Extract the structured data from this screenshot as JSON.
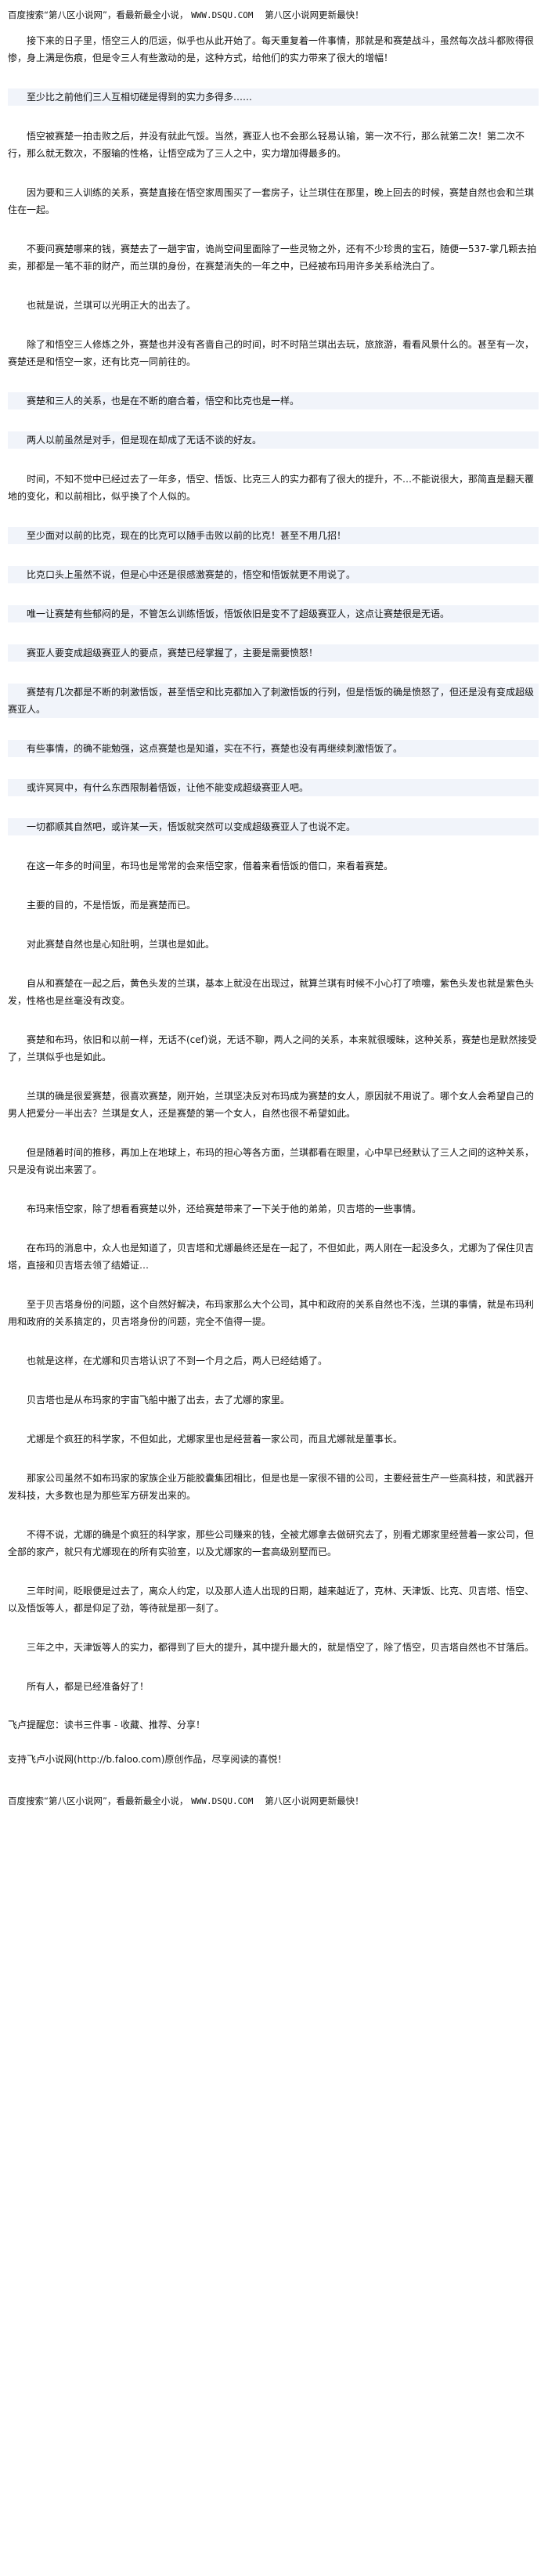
{
  "header": {
    "banner_prefix": "百度搜索“第八区小说网”，看最新最全小说，",
    "banner_url": "WWW.DSQU.COM",
    "banner_suffix": "第八区小说网更新最快！"
  },
  "paragraphs": [
    "接下来的日子里，悟空三人的厄运，似乎也从此开始了。每天重复着一件事情，那就是和赛楚战斗，虽然每次战斗都败得很惨，身上满是伤痕，但是令三人有些激动的是，这种方式，给他们的实力带来了很大的增幅！",
    "至少比之前他们三人互相切磋是得到的实力多得多……",
    "悟空被赛楚一拍击败之后，并没有就此气馁。当然，赛亚人也不会那么轻易认输，第一次不行，那么就第二次！第二次不行，那么就无数次，不服输的性格，让悟空成为了三人之中，实力增加得最多的。",
    "因为要和三人训练的关系，赛楚直接在悟空家周围买了一套房子，让兰琪住在那里，晚上回去的时候，赛楚自然也会和兰琪住在一起。",
    "不要问赛楚哪来的钱，赛楚去了一趟宇宙，诡尚空间里面除了一些灵物之外，还有不少珍贵的宝石，随便一537-掌几颗去拍卖，那都是一笔不菲的财产，而兰琪的身份，在赛楚消失的一年之中，已经被布玛用许多关系给洗白了。",
    "也就是说，兰琪可以光明正大的出去了。",
    "除了和悟空三人修炼之外，赛楚也并没有吝啬自己的时间，时不时陪兰琪出去玩，旅旅游，看看风景什么的。甚至有一次，赛楚还是和悟空一家，还有比克一同前往的。",
    "赛楚和三人的关系，也是在不断的磨合着，悟空和比克也是一样。",
    "两人以前虽然是对手，但是现在却成了无话不谈的好友。",
    "时间，不知不觉中已经过去了一年多，悟空、悟饭、比克三人的实力都有了很大的提升，不…不能说很大，那简直是翻天覆地的变化，和以前相比，似乎换了个人似的。",
    "至少面对以前的比克，现在的比克可以随手击败以前的比克！甚至不用几招！",
    "比克口头上虽然不说，但是心中还是很感激赛楚的，悟空和悟饭就更不用说了。",
    "唯一让赛楚有些郁闷的是，不管怎么训练悟饭，悟饭依旧是变不了超级赛亚人，这点让赛楚很是无语。",
    "赛亚人要变成超级赛亚人的要点，赛楚已经掌握了，主要是需要愤怒！",
    "赛楚有几次都是不断的刺激悟饭，甚至悟空和比克都加入了刺激悟饭的行列，但是悟饭的确是愤怒了，但还是没有变成超级赛亚人。",
    "有些事情，的确不能勉强，这点赛楚也是知道，实在不行，赛楚也没有再继续刺激悟饭了。",
    "或许冥冥中，有什么东西限制着悟饭，让他不能变成超级赛亚人吧。",
    "一切都顺其自然吧，或许某一天，悟饭就突然可以变成超级赛亚人了也说不定。",
    "在这一年多的时间里，布玛也是常常的会来悟空家，借着来看悟饭的借口，来看着赛楚。",
    "主要的目的，不是悟饭，而是赛楚而已。",
    "对此赛楚自然也是心知肚明，兰琪也是如此。",
    "自从和赛楚在一起之后，黄色头发的兰琪，基本上就没在出现过，就算兰琪有时候不小心打了喷嚏，紫色头发也就是紫色头发，性格也是丝毫没有改变。",
    "赛楚和布玛，依旧和以前一样，无话不(cef)说，无话不聊，两人之间的关系，本来就很暧昧，这种关系，赛楚也是默然接受了，兰琪似乎也是如此。",
    "兰琪的确是很爱赛楚，很喜欢赛楚，刚开始，兰琪坚决反对布玛成为赛楚的女人，原因就不用说了。哪个女人会希望自己的男人把爱分一半出去？兰琪是女人，还是赛楚的第一个女人，自然也很不希望如此。",
    "但是随着时间的推移，再加上在地球上，布玛的担心等各方面，兰琪都看在眼里，心中早已经默认了三人之间的这种关系，只是没有说出来罢了。",
    "布玛来悟空家，除了想看看赛楚以外，还给赛楚带来了一下关于他的弟弟，贝吉塔的一些事情。",
    "在布玛的消息中，众人也是知道了，贝吉塔和尤娜最终还是在一起了，不但如此，两人刚在一起没多久，尤娜为了保住贝吉塔，直接和贝吉塔去领了结婚证…",
    "至于贝吉塔身份的问题，这个自然好解决，布玛家那么大个公司，其中和政府的关系自然也不浅，兰琪的事情，就是布玛利用和政府的关系搞定的，贝吉塔身份的问题，完全不值得一提。",
    "也就是这样，在尤娜和贝吉塔认识了不到一个月之后，两人已经结婚了。",
    "贝吉塔也是从布玛家的宇宙飞船中搬了出去，去了尤娜的家里。",
    "尤娜是个疯狂的科学家，不但如此，尤娜家里也是经营着一家公司，而且尤娜就是董事长。",
    "那家公司虽然不如布玛家的家族企业万能胶囊集团相比，但是也是一家很不错的公司，主要经营生产一些高科技，和武器开发科技，大多数也是为那些军方研发出来的。",
    "不得不说，尤娜的确是个疯狂的科学家，那些公司赚来的钱，全被尤娜拿去做研究去了，别看尤娜家里经营着一家公司，但全部的家产，就只有尤娜现在的所有实验室，以及尤娜家的一套高级别墅而已。",
    "三年时间，眨眼便是过去了，离众人约定，以及那人造人出现的日期，越来越近了，克林、天津饭、比克、贝吉塔、悟空、以及悟饭等人，都是仰足了劲，等待就是那一刻了。",
    "三年之中，天津饭等人的实力，都得到了巨大的提升，其中提升最大的，就是悟空了，除了悟空，贝吉塔自然也不甘落后。",
    "所有人，都是已经准备好了！"
  ],
  "footer": {
    "promo_text": "飞卢提醒您：读书三件事 - 收藏、推荐、分享！",
    "support_text": "支持飞卢小说网(http://b.faloo.com)原创作品，尽享阅读的喜悦！",
    "banner_prefix": "百度搜索“第八区小说网”，看最新最全小说，",
    "banner_url": "WWW.DSQU.COM",
    "banner_suffix": "第八区小说网更新最快！"
  },
  "colors": {
    "background": "#ffffff",
    "text": "#111111",
    "highlight_band": "#f1f4fa"
  }
}
